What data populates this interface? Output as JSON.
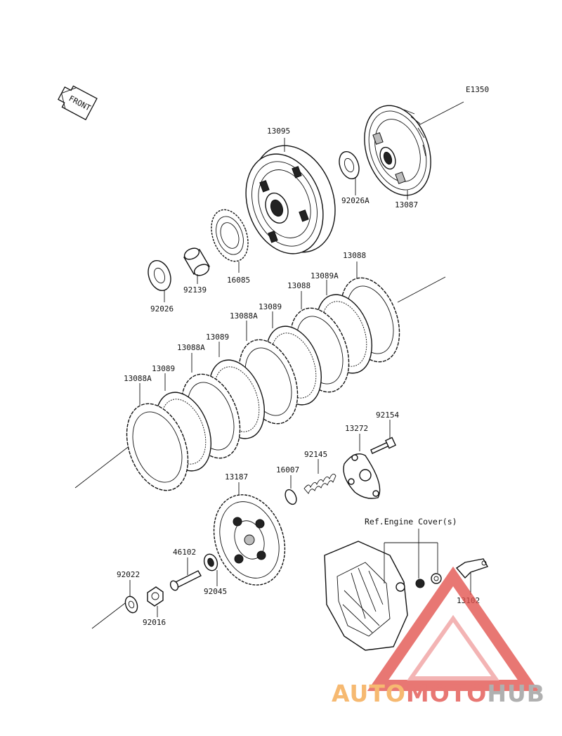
{
  "diagram": {
    "figure_code": "E1350",
    "front_label": "FRONT",
    "reference_note": "Ref.Engine Cover(s)",
    "part_numbers": {
      "p13095": "13095",
      "p92026A": "92026A",
      "p13087": "13087",
      "p16085": "16085",
      "p92139": "92139",
      "p92026": "92026",
      "p13088_a": "13088",
      "p13089A": "13089A",
      "p13088_b": "13088",
      "p13089_a": "13089",
      "p13088A_a": "13088A",
      "p13089_b": "13089",
      "p13088A_b": "13088A",
      "p13089_c": "13089",
      "p13088A_c": "13088A",
      "p92154": "92154",
      "p13272": "13272",
      "p92145": "92145",
      "p16007": "16007",
      "p13187": "13187",
      "p46102": "46102",
      "p92045": "92045",
      "p92022": "92022",
      "p92016": "92016",
      "p13102": "13102"
    }
  },
  "watermark": {
    "part_a": "AUTO",
    "part_b": "MOTO",
    "part_c": "HUB",
    "colors": {
      "orange": "#f4a64a",
      "red": "#e2514d",
      "gray": "#9a9a9a"
    }
  }
}
